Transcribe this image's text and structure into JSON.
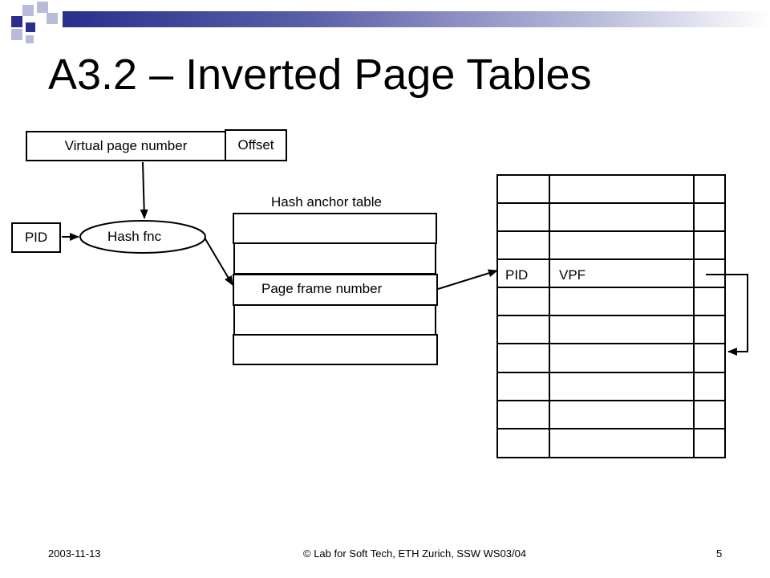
{
  "slide": {
    "title": "A3.2 – Inverted Page Tables"
  },
  "address": {
    "vpn_label": "Virtual page number",
    "offset_label": "Offset"
  },
  "hash": {
    "pid_label": "PID",
    "fn_label": "Hash fnc"
  },
  "anchor_table": {
    "title": "Hash anchor table",
    "highlighted_entry": "Page frame number"
  },
  "inverted_table": {
    "pid_label": "PID",
    "vpf_label": "VPF"
  },
  "footer": {
    "date": "2003-11-13",
    "copyright": "© Lab for Soft Tech, ETH Zurich, SSW WS03/04",
    "page": "5"
  },
  "colors": {
    "dark_square": "#2b2f8c",
    "light_square": "#b8bbd9"
  }
}
